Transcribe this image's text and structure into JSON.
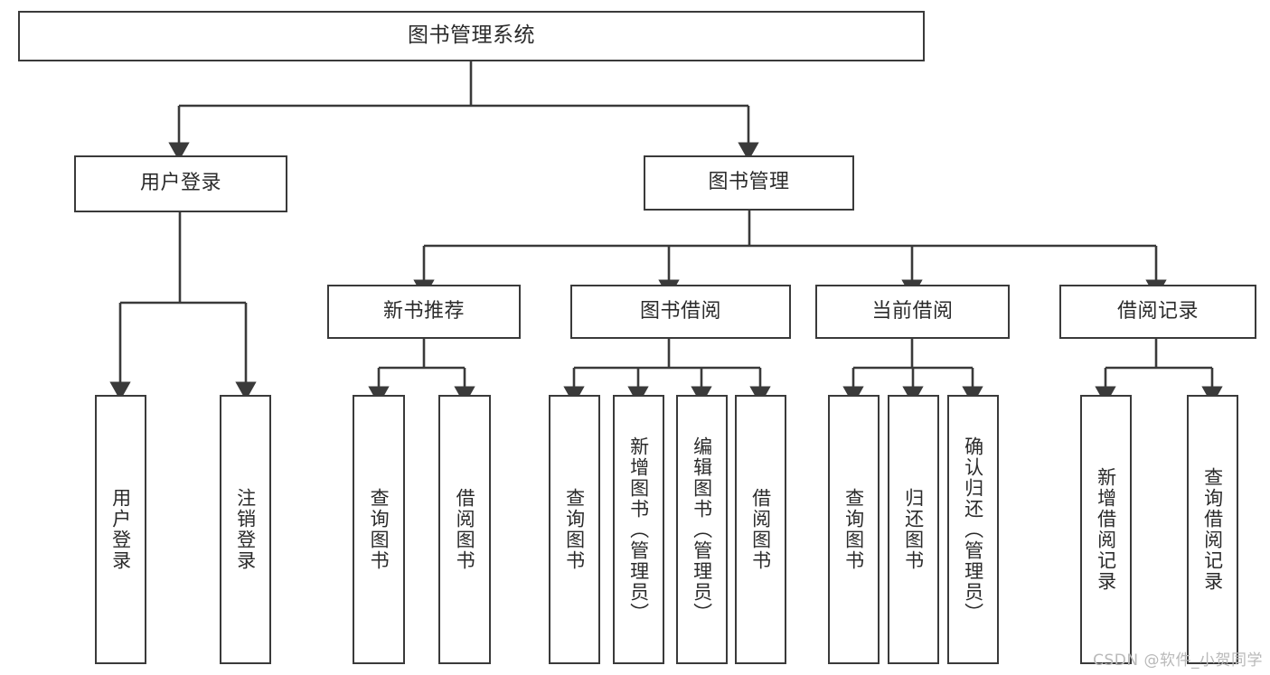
{
  "diagram": {
    "title_node": {
      "label": "图书管理系统"
    },
    "level1": [
      {
        "id": "user-login",
        "label": "用户登录"
      },
      {
        "id": "book-management",
        "label": "图书管理"
      }
    ],
    "level2": [
      {
        "id": "new-book-recommendation",
        "label": "新书推荐"
      },
      {
        "id": "book-borrowing",
        "label": "图书借阅"
      },
      {
        "id": "current-borrowing",
        "label": "当前借阅"
      },
      {
        "id": "borrowing-records",
        "label": "借阅记录"
      }
    ],
    "leaves": {
      "user_login": [
        {
          "id": "leaf-user-login",
          "label": "用户登录"
        },
        {
          "id": "leaf-logout",
          "label": "注销登录"
        }
      ],
      "new_book_recommendation": [
        {
          "id": "leaf-query-books-1",
          "label": "查询图书"
        },
        {
          "id": "leaf-borrow-books-1",
          "label": "借阅图书"
        }
      ],
      "book_borrowing": [
        {
          "id": "leaf-query-books-2",
          "label": "查询图书"
        },
        {
          "id": "leaf-add-book",
          "label": "新增图书（管理员）"
        },
        {
          "id": "leaf-edit-book",
          "label": "编辑图书（管理员）"
        },
        {
          "id": "leaf-borrow-books-2",
          "label": "借阅图书"
        }
      ],
      "current_borrowing": [
        {
          "id": "leaf-query-books-3",
          "label": "查询图书"
        },
        {
          "id": "leaf-return-book",
          "label": "归还图书"
        },
        {
          "id": "leaf-confirm-return",
          "label": "确认归还（管理员）"
        }
      ],
      "borrowing_records": [
        {
          "id": "leaf-add-record",
          "label": "新增借阅记录"
        },
        {
          "id": "leaf-query-record",
          "label": "查询借阅记录"
        }
      ]
    },
    "colors": {
      "stroke": "#3a3a3a",
      "text": "#2b2b2b",
      "background": "#ffffff",
      "watermark": "#b9b9b9"
    }
  },
  "watermark": {
    "text": "CSDN @软件_小贺同学"
  }
}
